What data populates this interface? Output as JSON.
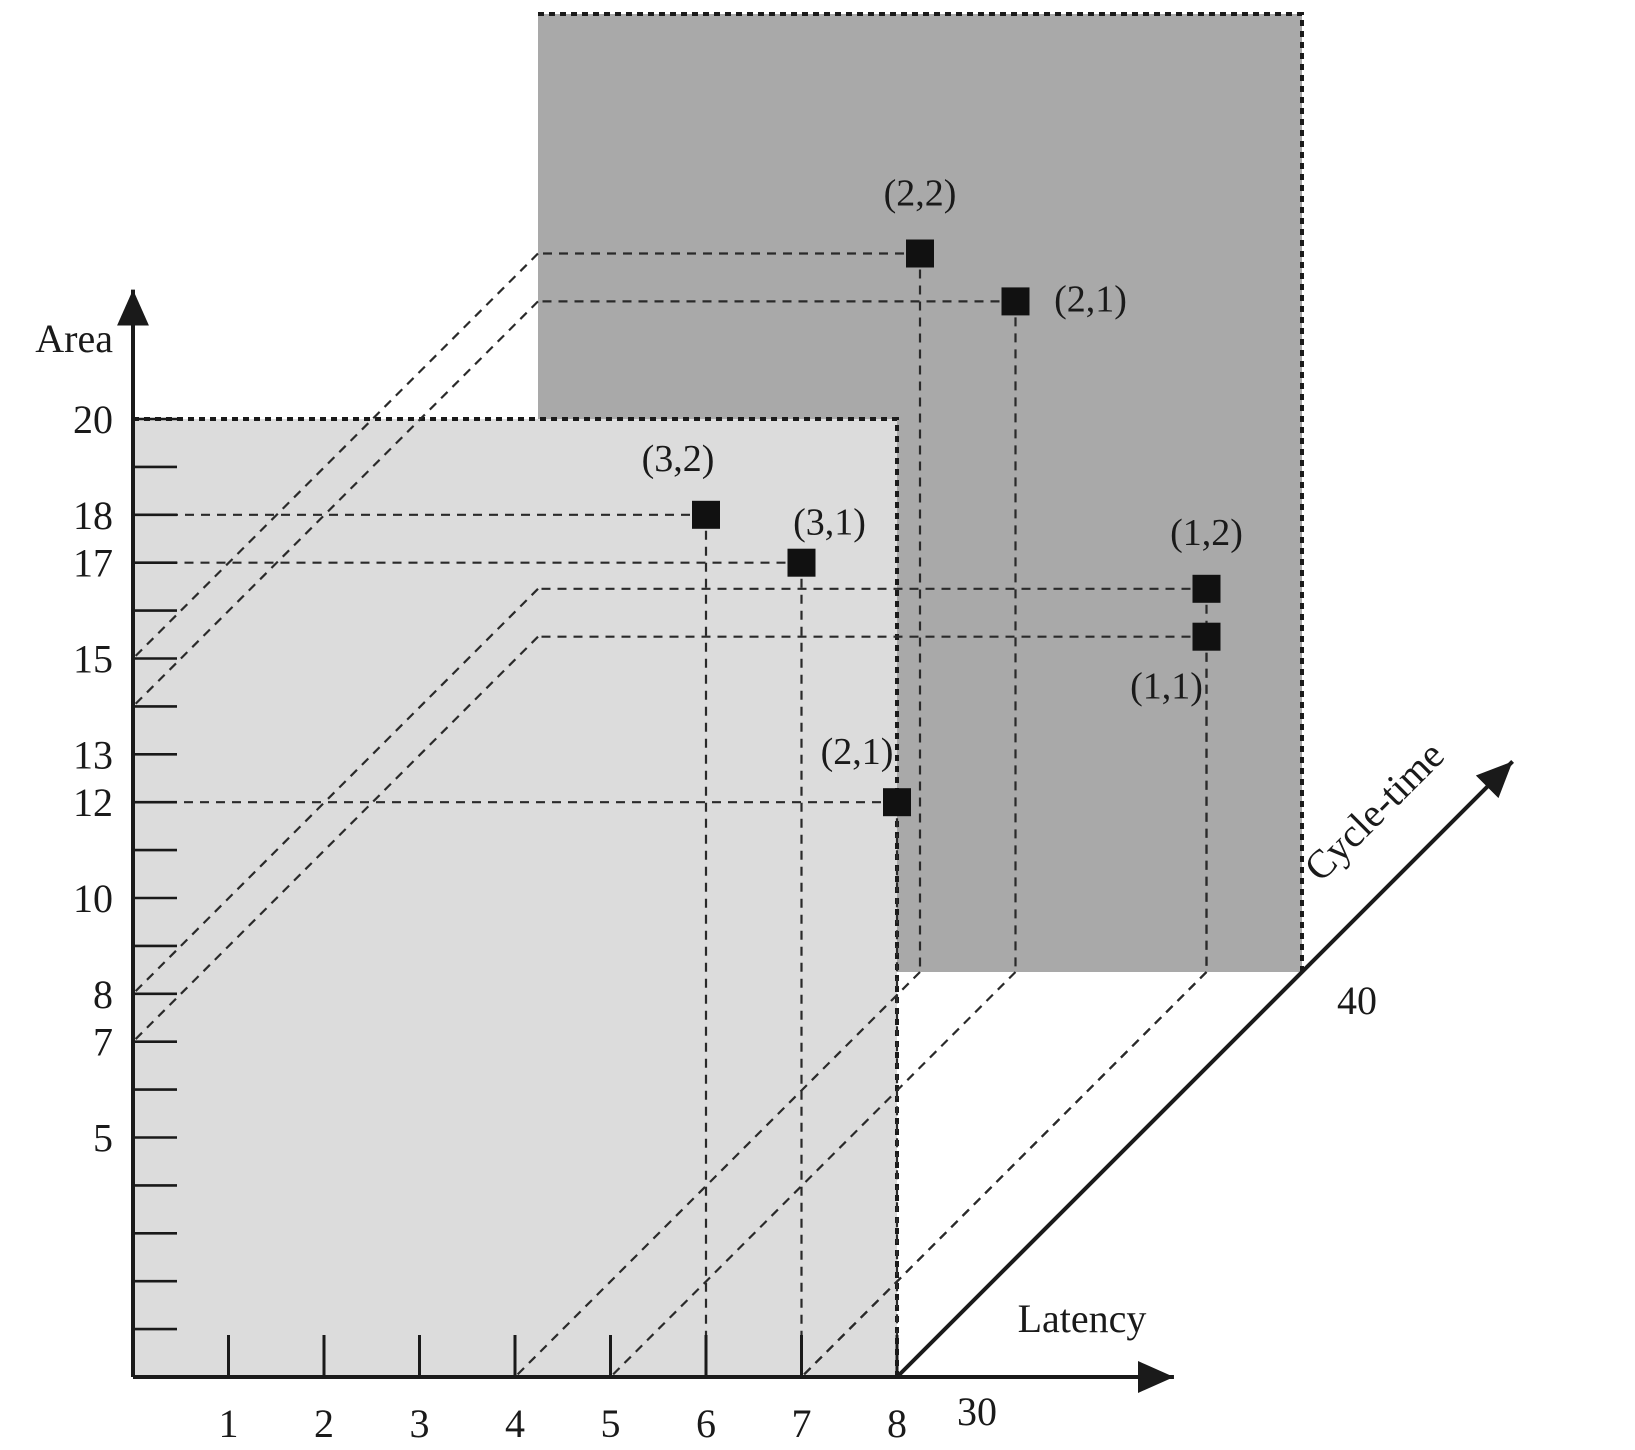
{
  "chart_data": {
    "type": "scatter",
    "projection": "3d",
    "axes": {
      "x": {
        "label": "Latency",
        "ticks": [
          1,
          2,
          3,
          4,
          5,
          6,
          7,
          8
        ],
        "range": [
          0,
          8
        ]
      },
      "y": {
        "label": "Area",
        "ticks": [
          5,
          7,
          8,
          10,
          12,
          13,
          15,
          17,
          18,
          20
        ],
        "range": [
          0,
          20
        ]
      },
      "z": {
        "label": "Cycle-time",
        "ticks": [
          30,
          40
        ],
        "range": [
          30,
          40
        ]
      }
    },
    "grid": false,
    "planes": [
      {
        "cycle_time": 30,
        "fill": "#dcdcdc"
      },
      {
        "cycle_time": 40,
        "fill": "#a9a9a9"
      }
    ],
    "points": [
      {
        "label": "(3,2)",
        "latency": 6,
        "area": 18,
        "cycle_time": 30
      },
      {
        "label": "(3,1)",
        "latency": 7,
        "area": 17,
        "cycle_time": 30
      },
      {
        "label": "(2,1)",
        "latency": 8,
        "area": 12,
        "cycle_time": 30
      },
      {
        "label": "(2,2)",
        "latency": 4,
        "area": 15,
        "cycle_time": 40
      },
      {
        "label": "(2,1)",
        "latency": 5,
        "area": 14,
        "cycle_time": 40
      },
      {
        "label": "(1,2)",
        "latency": 7,
        "area": 8,
        "cycle_time": 40
      },
      {
        "label": "(1,1)",
        "latency": 7,
        "area": 7,
        "cycle_time": 40
      }
    ]
  }
}
